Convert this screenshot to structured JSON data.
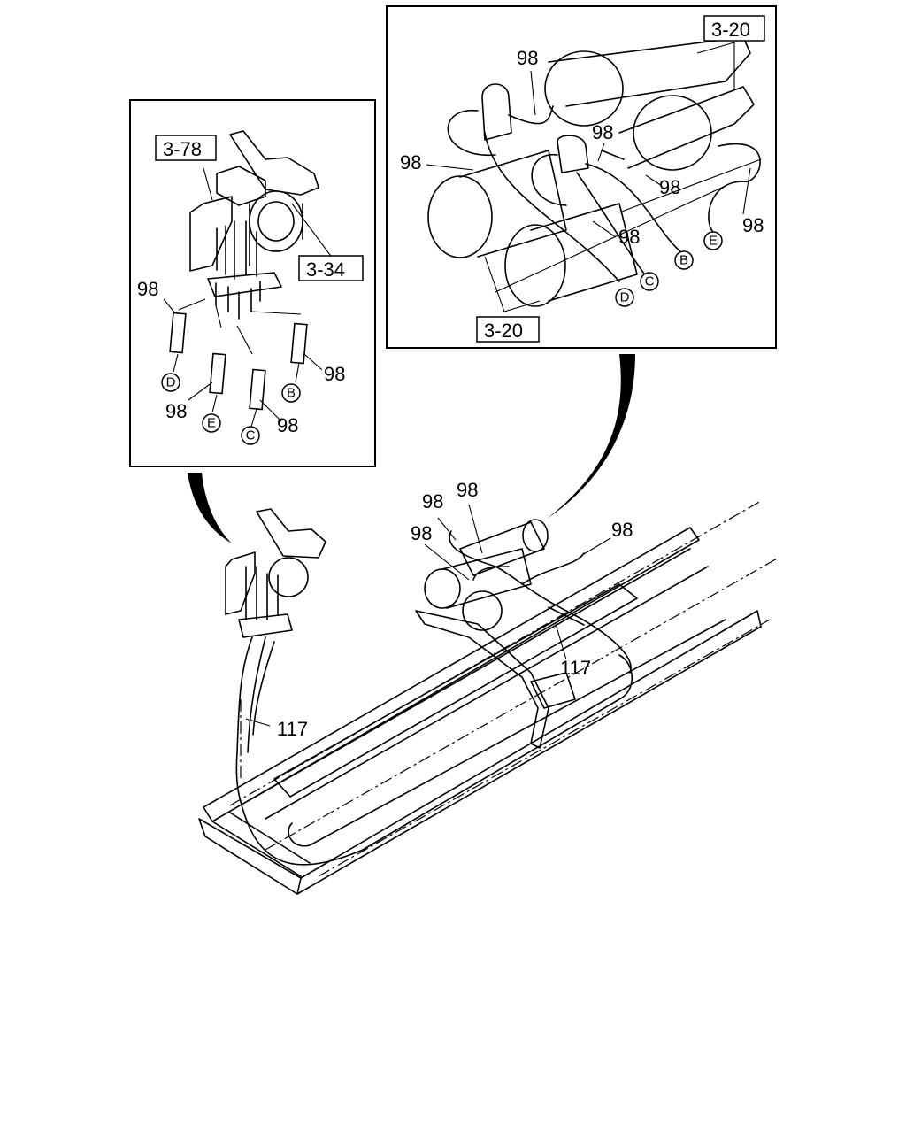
{
  "callouts": {
    "ref_3_78": "3-78",
    "ref_3_34": "3-34",
    "ref_3_20_top": "3-20",
    "ref_3_20_bottom": "3-20",
    "part_98": "98",
    "part_117": "117"
  },
  "connectors": {
    "b": "B",
    "c": "C",
    "d": "D",
    "e": "E"
  }
}
